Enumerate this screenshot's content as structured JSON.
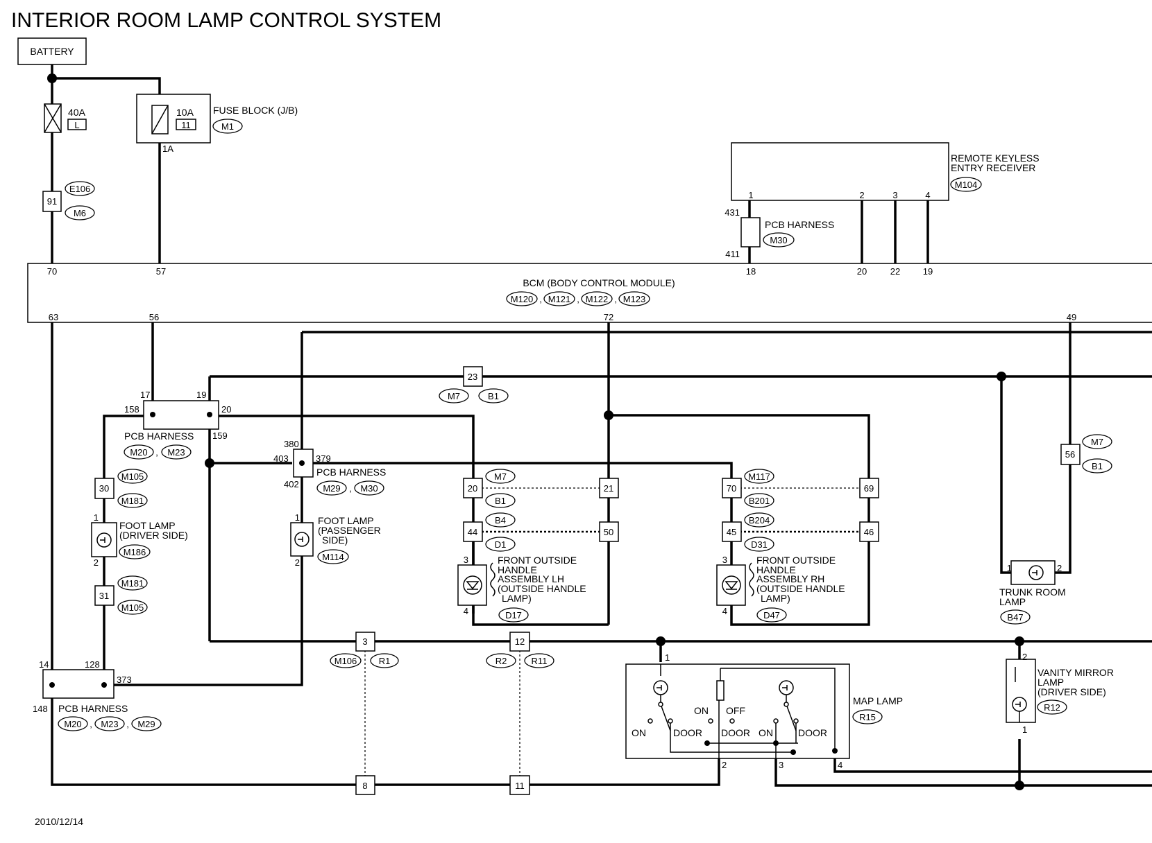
{
  "title": "INTERIOR ROOM LAMP CONTROL SYSTEM",
  "date": "2010/12/14",
  "battery": "BATTERY",
  "fuse40": {
    "rating": "40A",
    "id": "L"
  },
  "fuse10": {
    "rating": "10A",
    "id": "11",
    "pin": "1A"
  },
  "fuse_block": {
    "name": "FUSE BLOCK (J/B)",
    "conn": "M1"
  },
  "j91": {
    "pin": "91",
    "conns": [
      "E106",
      "M6"
    ]
  },
  "bcm": {
    "name": "BCM (BODY CONTROL MODULE)",
    "conns": [
      "M120",
      "M121",
      "M122",
      "M123"
    ],
    "pins_top": [
      "70",
      "57",
      "18",
      "20",
      "22",
      "19"
    ],
    "pins_bottom": [
      "63",
      "56",
      "72",
      "49"
    ]
  },
  "rke": {
    "name_l1": "REMOTE KEYLESS",
    "name_l2": "ENTRY RECEIVER",
    "conn": "M104",
    "pins": [
      "1",
      "2",
      "3",
      "4"
    ]
  },
  "pcb_m30": {
    "name": "PCB HARNESS",
    "conn": "M30",
    "pins": [
      "431",
      "411"
    ]
  },
  "pcb_a": {
    "name": "PCB HARNESS",
    "conns": [
      "M20",
      "M23"
    ],
    "pins": [
      "17",
      "19",
      "158",
      "20",
      "159"
    ]
  },
  "pcb_b": {
    "name": "PCB HARNESS",
    "conns": [
      "M29",
      "M30"
    ],
    "pins": [
      "380",
      "403",
      "379",
      "402"
    ]
  },
  "pcb_c": {
    "name": "PCB HARNESS",
    "conns": [
      "M20",
      "M23",
      "M29"
    ],
    "pins": [
      "14",
      "128",
      "373",
      "148"
    ]
  },
  "j23": {
    "pin": "23",
    "conns": [
      "M7",
      "B1"
    ]
  },
  "j30": {
    "pin": "30",
    "conns": [
      "M105",
      "M181"
    ]
  },
  "j31": {
    "pin": "31",
    "conns": [
      "M181",
      "M105"
    ]
  },
  "foot_driver": {
    "l1": "FOOT LAMP",
    "l2": "(DRIVER SIDE)",
    "conn": "M186",
    "pins": [
      "1",
      "2"
    ]
  },
  "foot_pass": {
    "l1": "FOOT LAMP",
    "l2": "(PASSENGER",
    "l3": "SIDE)",
    "conn": "M114",
    "pins": [
      "1",
      "2"
    ]
  },
  "lh": {
    "conns": [
      "M7",
      "B1",
      "B4",
      "D1"
    ],
    "pins": [
      "20",
      "21",
      "44",
      "50"
    ],
    "lines": [
      "FRONT OUTSIDE",
      "HANDLE",
      "ASSEMBLY LH",
      "(OUTSIDE HANDLE",
      "LAMP)"
    ],
    "conn": "D17",
    "lamp_pins": [
      "3",
      "4"
    ]
  },
  "rh": {
    "conns": [
      "M117",
      "B201",
      "B204",
      "D31"
    ],
    "pins": [
      "70",
      "69",
      "45",
      "46"
    ],
    "lines": [
      "FRONT OUTSIDE",
      "HANDLE",
      "ASSEMBLY RH",
      "(OUTSIDE HANDLE",
      "LAMP)"
    ],
    "conn": "D47",
    "lamp_pins": [
      "3",
      "4"
    ]
  },
  "j56": {
    "pin": "56",
    "conns": [
      "M7",
      "B1"
    ]
  },
  "trunk": {
    "l1": "TRUNK ROOM",
    "l2": "LAMP",
    "conn": "B47",
    "pins": [
      "1",
      "2"
    ]
  },
  "j3": {
    "pin": "3",
    "conns": [
      "M106",
      "R1"
    ]
  },
  "j12": {
    "pin": "12",
    "conns": [
      "R2",
      "R11"
    ]
  },
  "j8": {
    "pin": "8"
  },
  "j11": {
    "pin": "11"
  },
  "map_lamp": {
    "name": "MAP LAMP",
    "conn": "R15",
    "pins": [
      "1",
      "2",
      "3",
      "4"
    ],
    "labels": {
      "on": "ON",
      "off": "OFF",
      "door": "DOOR"
    }
  },
  "vanity": {
    "l1": "VANITY MIRROR",
    "l2": "LAMP",
    "l3": "(DRIVER SIDE)",
    "conn": "R12",
    "pins": [
      "2",
      "1"
    ]
  }
}
